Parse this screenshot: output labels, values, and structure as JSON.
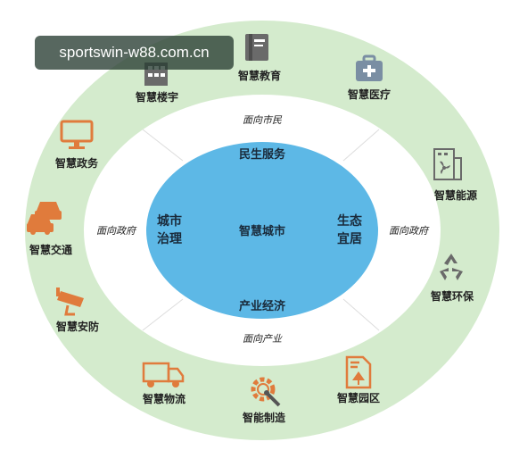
{
  "watermark": "sportswin-w88.com.cn",
  "center": {
    "title": "智慧城市",
    "top": "民生服务",
    "bottom": "产业经济",
    "left": "城市治理",
    "right": "生态宜居"
  },
  "middle_ring": {
    "top": "面向市民",
    "bottom": "面向产业",
    "left": "面向政府",
    "right": "面向政府"
  },
  "outer_items": [
    {
      "label": "智慧教育",
      "icon": "book-icon"
    },
    {
      "label": "智慧医疗",
      "icon": "medical-kit-icon"
    },
    {
      "label": "智慧能源",
      "icon": "fan-building-icon"
    },
    {
      "label": "智慧环保",
      "icon": "recycle-icon"
    },
    {
      "label": "智慧园区",
      "icon": "park-document-icon"
    },
    {
      "label": "智能制造",
      "icon": "gear-wrench-icon"
    },
    {
      "label": "智慧物流",
      "icon": "truck-icon"
    },
    {
      "label": "智慧安防",
      "icon": "cctv-camera-icon"
    },
    {
      "label": "智慧交通",
      "icon": "cars-icon"
    },
    {
      "label": "智慧政务",
      "icon": "monitor-icon"
    },
    {
      "label": "智慧楼宇",
      "icon": "building-icon"
    }
  ],
  "colors": {
    "outer_ring": "#d4ebcd",
    "inner_disc": "#ffffff",
    "core": "#5db8e6",
    "icon": "#e07b3c",
    "icon_gray": "#6a6a6a"
  }
}
